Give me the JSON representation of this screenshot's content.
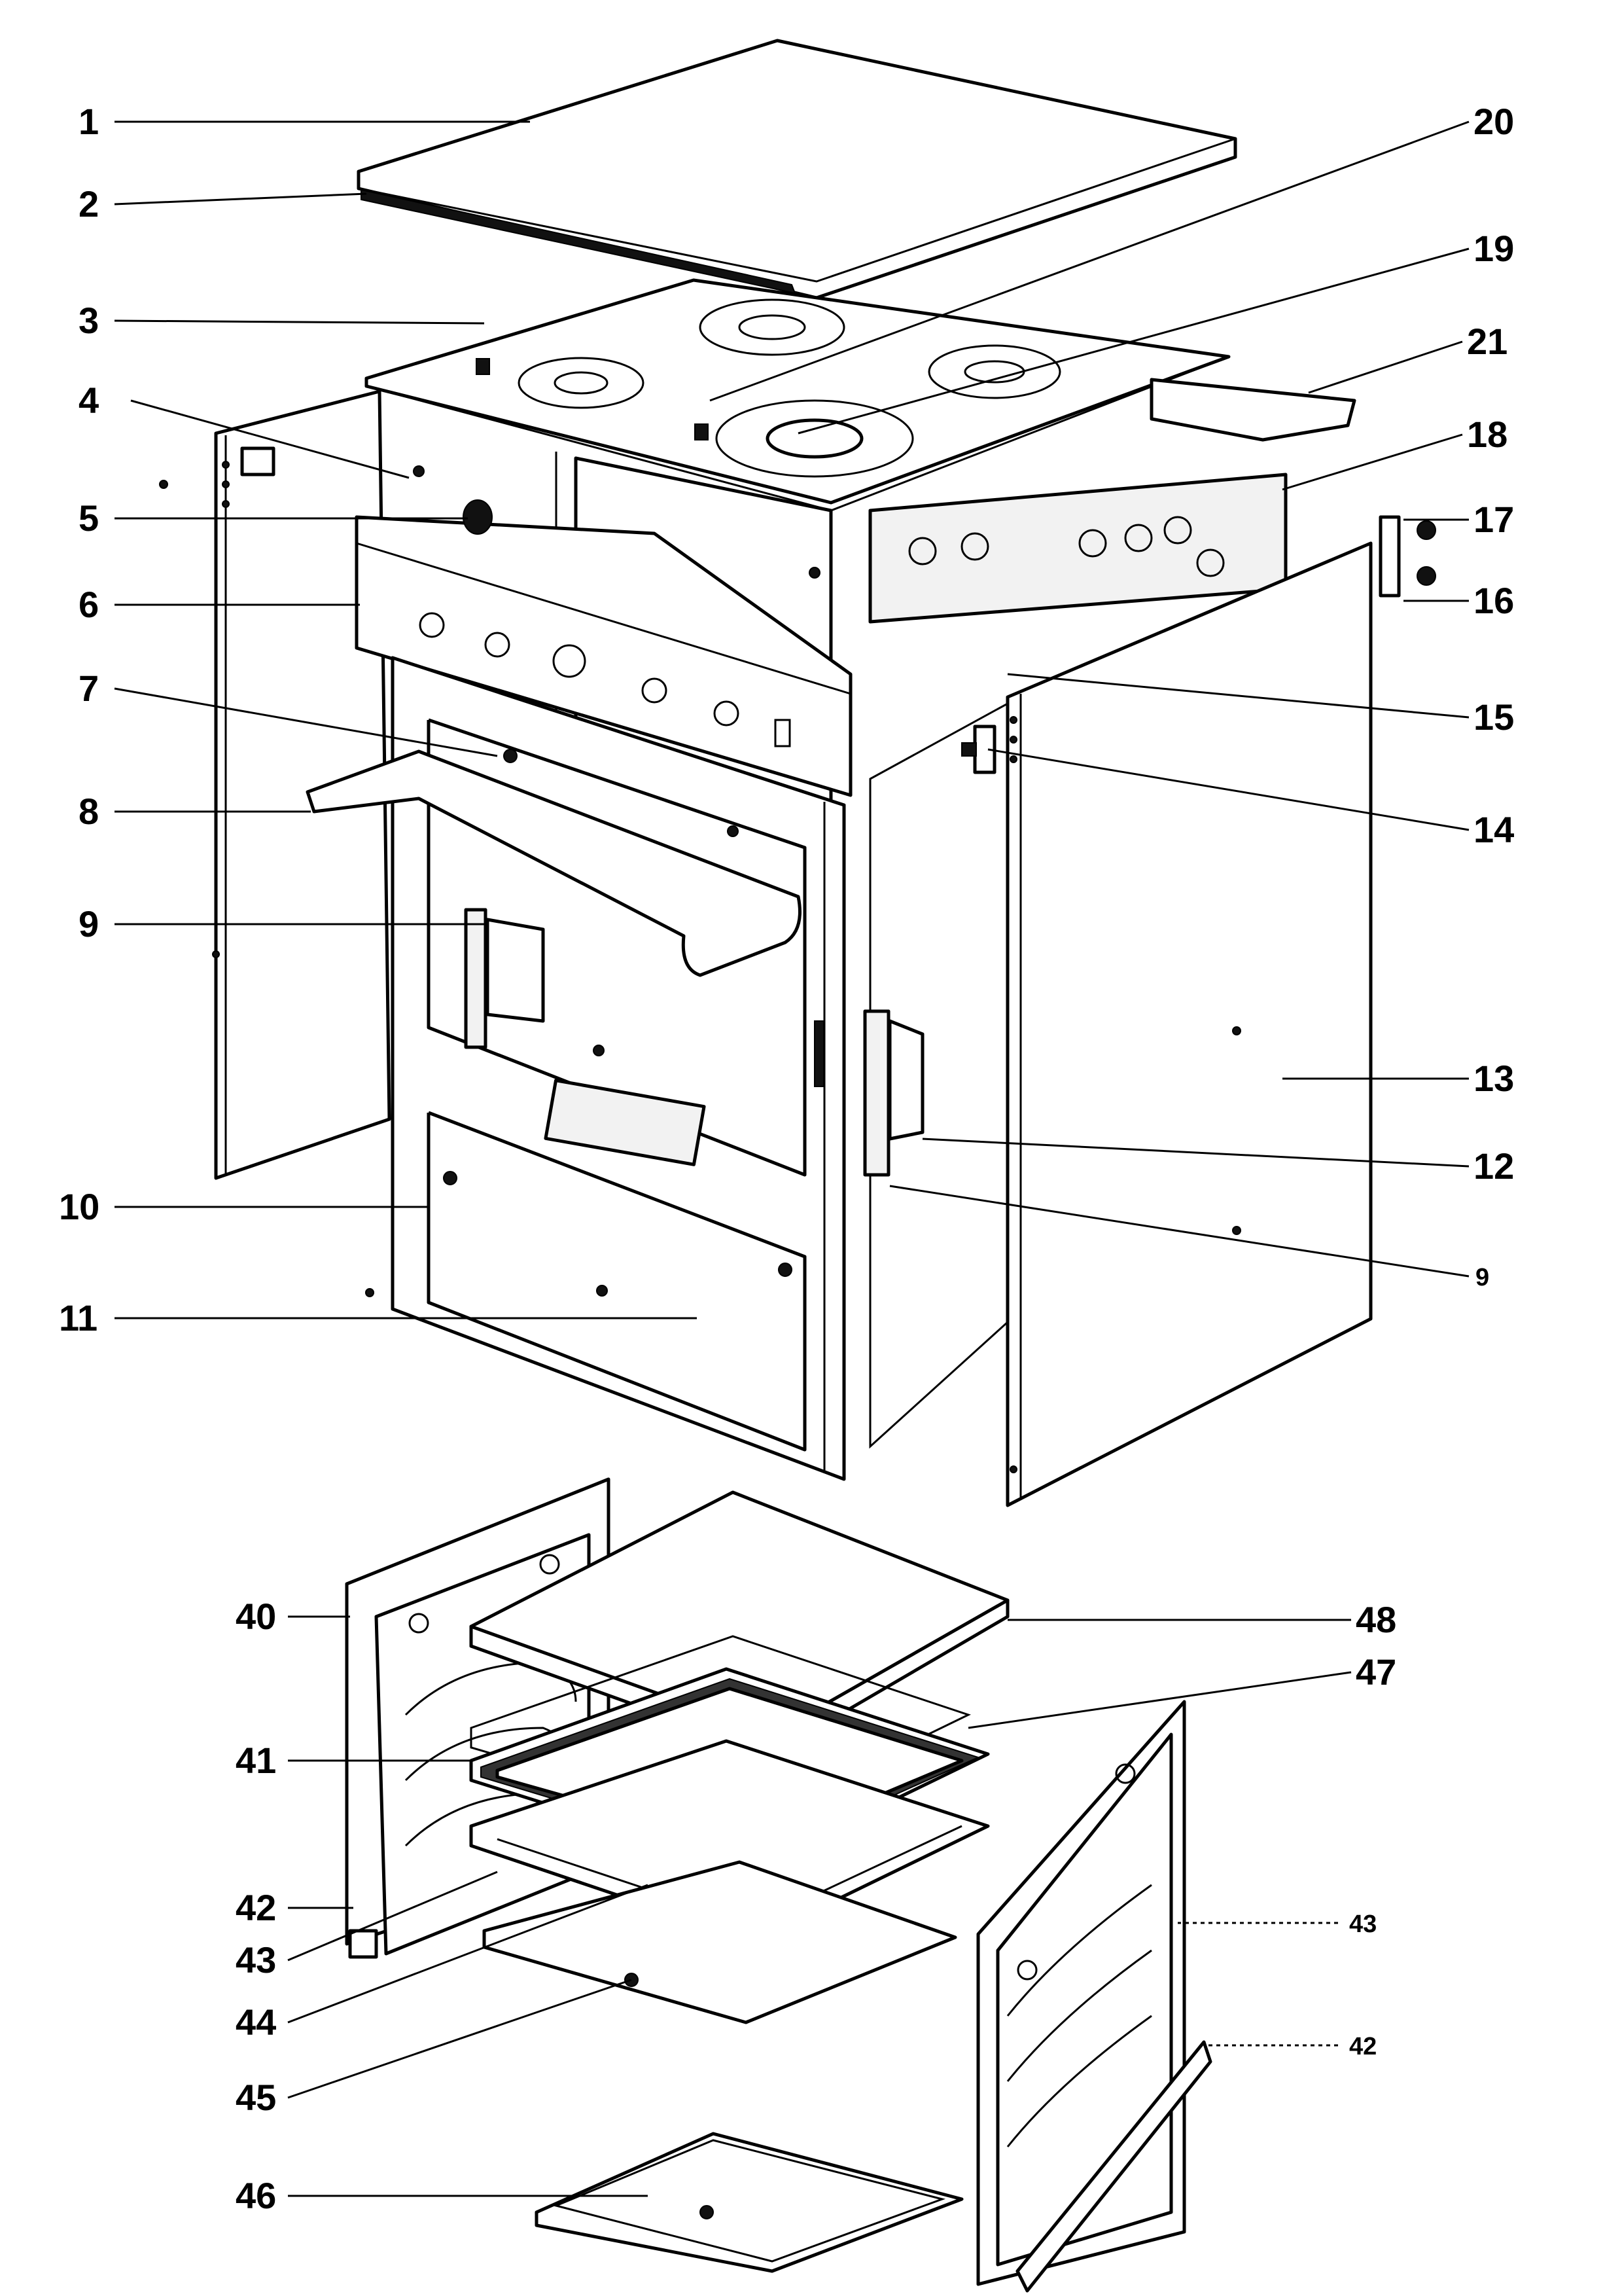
{
  "callouts": [
    {
      "id": "c1",
      "label": "1"
    },
    {
      "id": "c2",
      "label": "2"
    },
    {
      "id": "c3",
      "label": "3"
    },
    {
      "id": "c4",
      "label": "4"
    },
    {
      "id": "c5",
      "label": "5"
    },
    {
      "id": "c6",
      "label": "6"
    },
    {
      "id": "c7",
      "label": "7"
    },
    {
      "id": "c8",
      "label": "8"
    },
    {
      "id": "c9a",
      "label": "9"
    },
    {
      "id": "c10",
      "label": "10"
    },
    {
      "id": "c11",
      "label": "11"
    },
    {
      "id": "c20",
      "label": "20"
    },
    {
      "id": "c19",
      "label": "19"
    },
    {
      "id": "c21",
      "label": "21"
    },
    {
      "id": "c18",
      "label": "18"
    },
    {
      "id": "c17",
      "label": "17"
    },
    {
      "id": "c16",
      "label": "16"
    },
    {
      "id": "c15",
      "label": "15"
    },
    {
      "id": "c14",
      "label": "14"
    },
    {
      "id": "c13",
      "label": "13"
    },
    {
      "id": "c12",
      "label": "12"
    },
    {
      "id": "c9b",
      "label": "9"
    },
    {
      "id": "c40",
      "label": "40"
    },
    {
      "id": "c41",
      "label": "41"
    },
    {
      "id": "c42a",
      "label": "42"
    },
    {
      "id": "c43a",
      "label": "43"
    },
    {
      "id": "c44",
      "label": "44"
    },
    {
      "id": "c45",
      "label": "45"
    },
    {
      "id": "c46",
      "label": "46"
    },
    {
      "id": "c48",
      "label": "48"
    },
    {
      "id": "c47",
      "label": "47"
    },
    {
      "id": "c43b",
      "label": "43"
    },
    {
      "id": "c42b",
      "label": "42"
    }
  ]
}
